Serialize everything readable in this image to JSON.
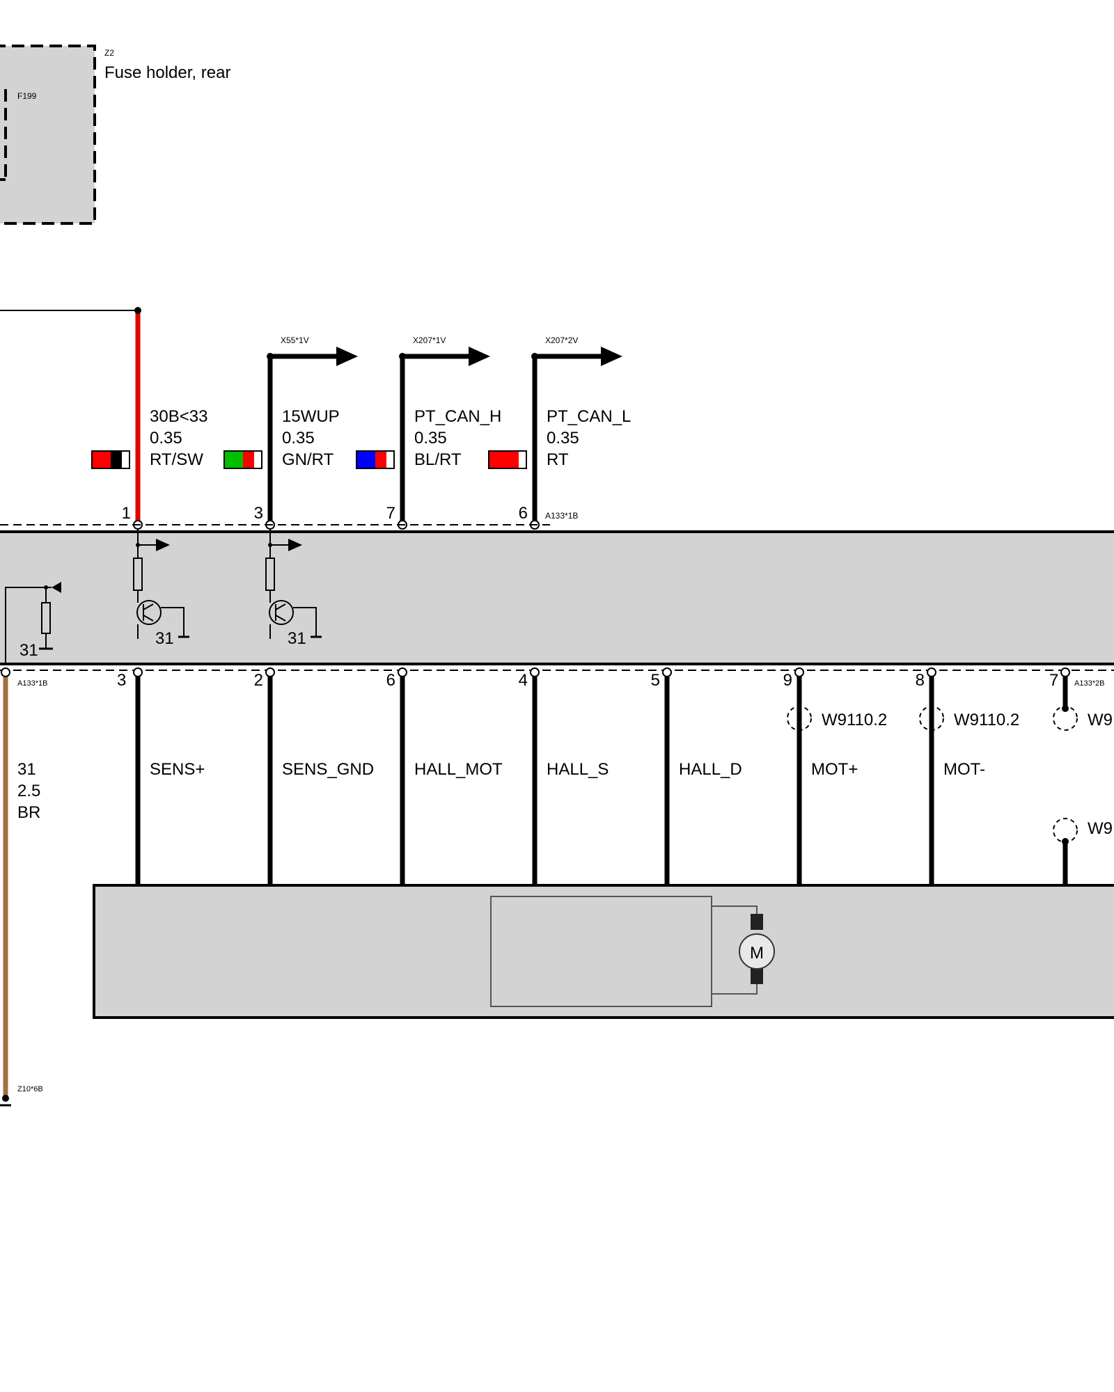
{
  "fuse_holder": {
    "ref": "Z2",
    "name": "Fuse holder, rear",
    "fuse": "F199"
  },
  "connectors": {
    "top_module": "A133*1B",
    "bottom_left": "A133*1B",
    "bottom_right": "A133*2B",
    "ground_point": "Z10*6B"
  },
  "top_wires": [
    {
      "pin": "1",
      "signal": "30B<33",
      "size": "0.35",
      "color": "RT/SW",
      "swatch": [
        "#ff0000",
        "#000000"
      ],
      "dest": "",
      "wire_color": "#e00000"
    },
    {
      "pin": "3",
      "signal": "15WUP",
      "size": "0.35",
      "color": "GN/RT",
      "swatch": [
        "#00c000",
        "#ff0000"
      ],
      "dest": "X55*1V",
      "wire_color": "#000000"
    },
    {
      "pin": "7",
      "signal": "PT_CAN_H",
      "size": "0.35",
      "color": "BL/RT",
      "swatch": [
        "#0000ff",
        "#ff0000"
      ],
      "dest": "X207*1V",
      "wire_color": "#000000"
    },
    {
      "pin": "6",
      "signal": "PT_CAN_L",
      "size": "0.35",
      "color": "RT",
      "swatch": [
        "#ff0000",
        "#ff0000"
      ],
      "dest": "X207*2V",
      "wire_color": "#000000"
    }
  ],
  "ground_wire": {
    "pin": "3",
    "signal": "31",
    "size": "2.5",
    "color": "BR"
  },
  "internal_ground_labels": [
    "31",
    "31",
    "31"
  ],
  "bottom_wires": [
    {
      "pin": "2",
      "signal": "SENS+",
      "shield": ""
    },
    {
      "pin": "6",
      "signal": "SENS_GND",
      "shield": ""
    },
    {
      "pin": "4",
      "signal": "HALL_MOT",
      "shield": ""
    },
    {
      "pin": "5",
      "signal": "HALL_S",
      "shield": ""
    },
    {
      "pin": "9",
      "signal": "HALL_D",
      "shield": ""
    },
    {
      "pin": "8",
      "signal": "MOT+",
      "shield": "W9110.2"
    },
    {
      "pin": "7",
      "signal": "MOT-",
      "shield": "W9110.2"
    }
  ],
  "right_edge": {
    "shield_top": "W9",
    "shield_bottom": "W9"
  },
  "motor": {
    "symbol": "M"
  }
}
